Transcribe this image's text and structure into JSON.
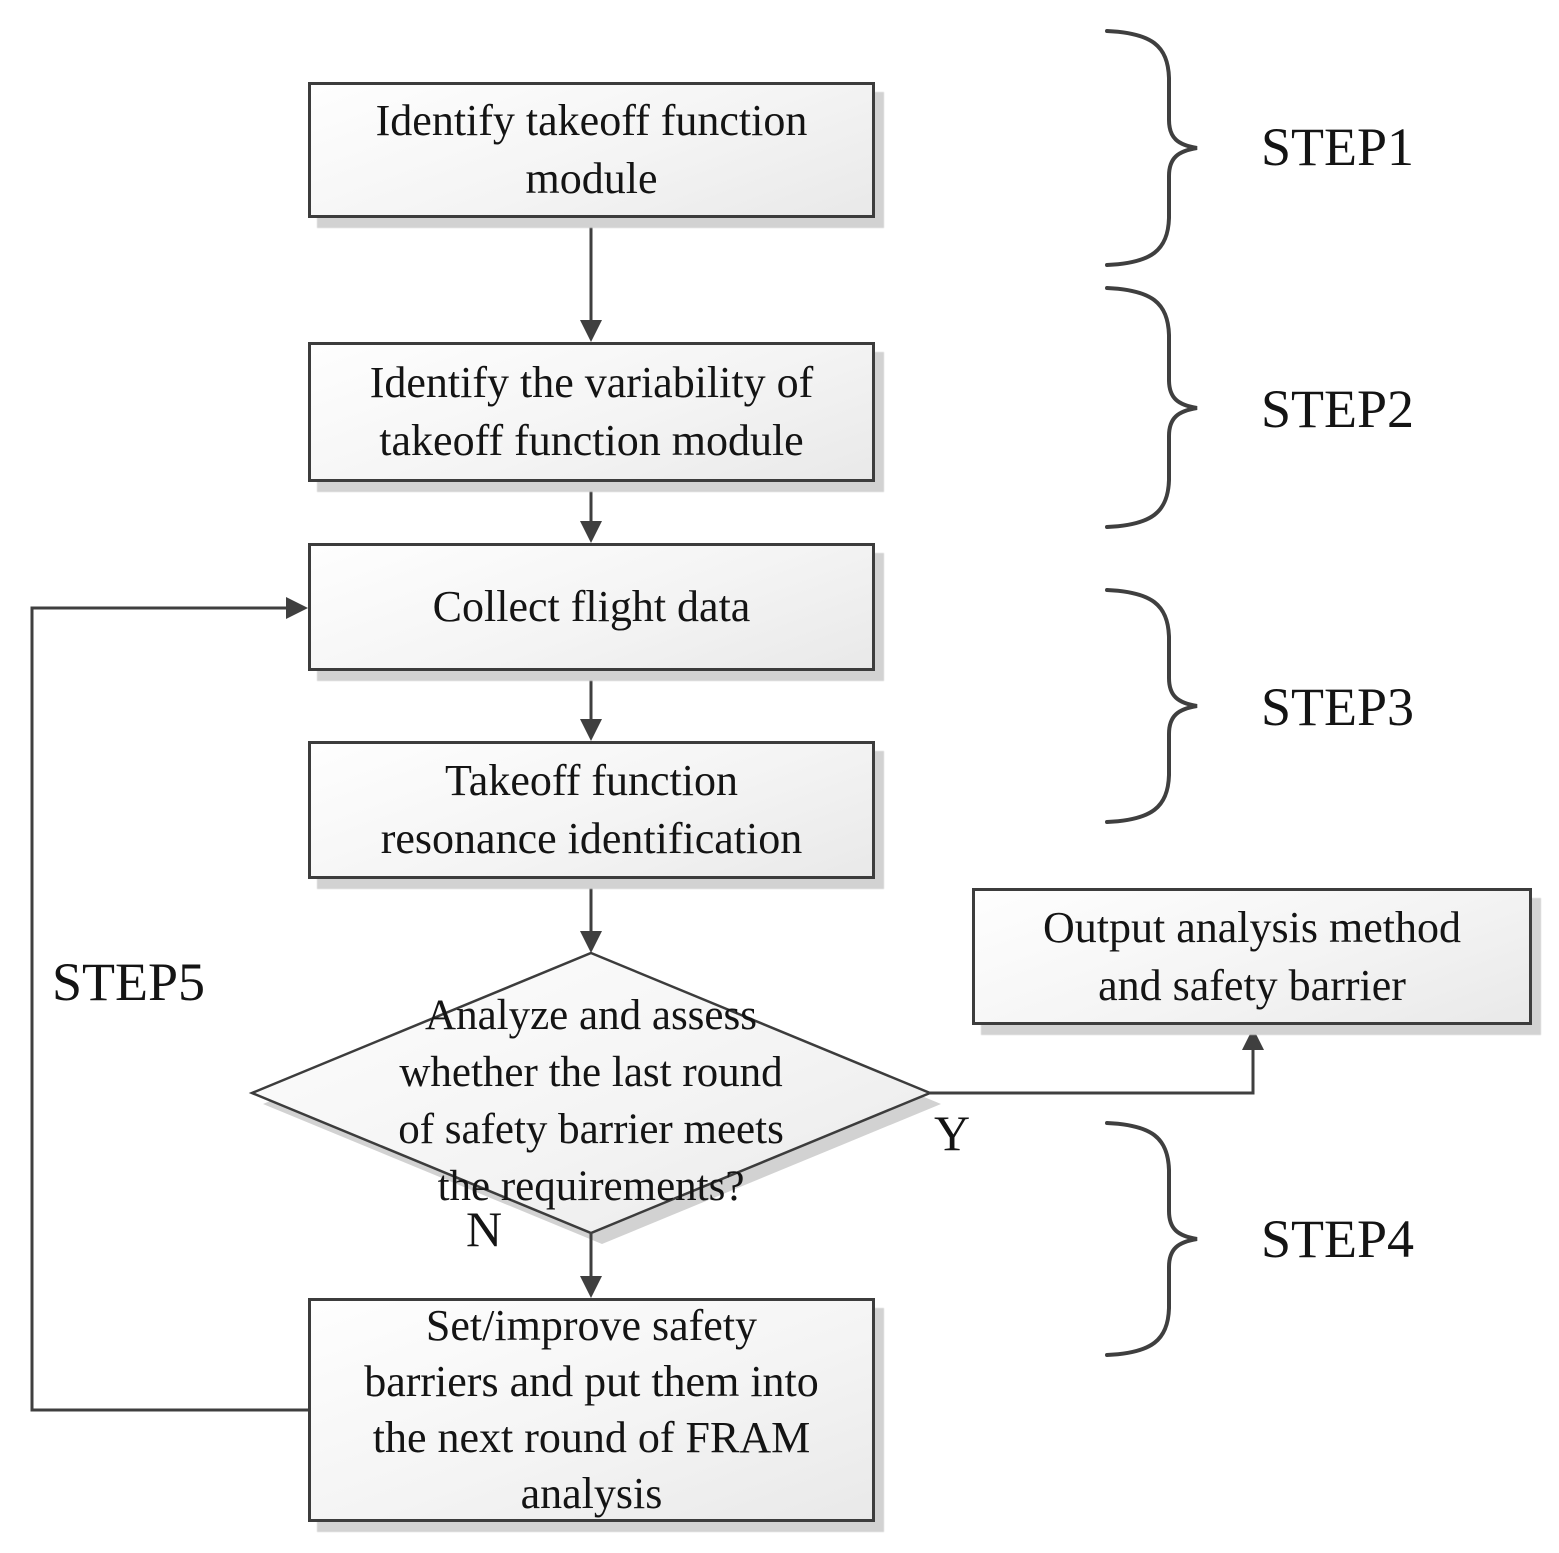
{
  "diagram": {
    "nodes": {
      "identify_module": {
        "lines": [
          "Identify takeoff function",
          "module"
        ]
      },
      "identify_variability": {
        "lines": [
          "Identify the variability of",
          "takeoff function module"
        ]
      },
      "collect_flight_data": {
        "lines": [
          "Collect flight data"
        ]
      },
      "resonance_identification": {
        "lines": [
          "Takeoff function",
          "resonance identification"
        ]
      },
      "decision": {
        "lines": [
          "Analyze and assess",
          "whether the last round",
          "of safety barrier meets",
          "the requirements?"
        ]
      },
      "output_result": {
        "lines": [
          "Output analysis method",
          "and safety barrier"
        ]
      },
      "set_improve_barriers": {
        "lines": [
          "Set/improve safety",
          "barriers and put them into",
          "the next round of FRAM",
          "analysis"
        ]
      }
    },
    "branch_labels": {
      "yes": "Y",
      "no": "N"
    },
    "steps": {
      "step1": "STEP1",
      "step2": "STEP2",
      "step3": "STEP3",
      "step4": "STEP4",
      "step5": "STEP5"
    },
    "colors": {
      "line": "#3f3f3f",
      "node_border": "#3c3c3c",
      "node_fill_light": "#fefefe",
      "node_fill_dark": "#e9e9e9",
      "shadow": "#d2d2d2",
      "text": "#141414"
    }
  }
}
